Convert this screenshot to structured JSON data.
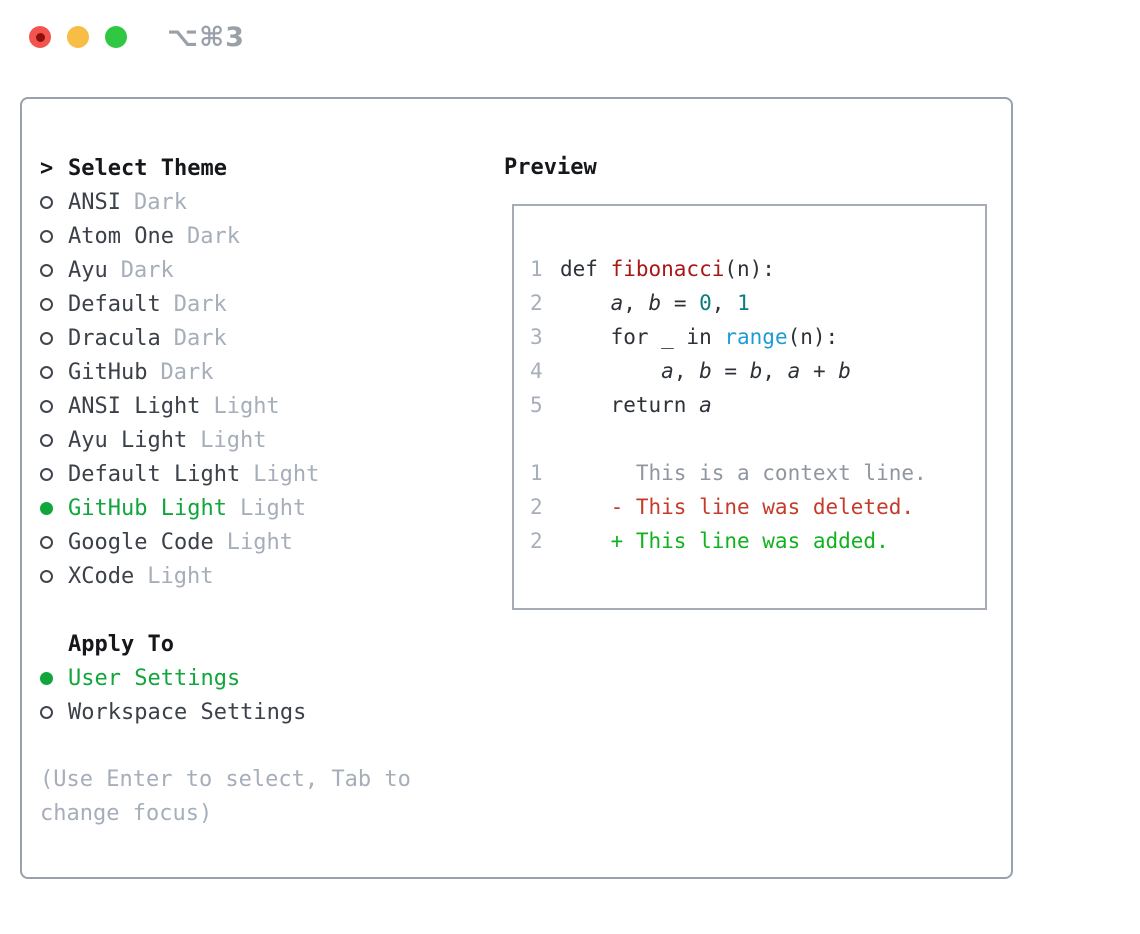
{
  "titlebar": {
    "shortcut": "⌥⌘3"
  },
  "colors": {
    "traffic-red": "#f4544e",
    "traffic-red-dot": "#8c1007",
    "traffic-yellow": "#f7bd45",
    "traffic-green": "#30c742",
    "title-gray": "#9aa0a8",
    "panel-border": "#99a1ac",
    "preview-border": "#a5acb6",
    "text-head": "#15171a",
    "text-main": "#3c4149",
    "text-muted": "#a6aeba",
    "circle-stroke": "#42464e",
    "accent-green": "#10a63c",
    "code-fg": "#2d3138",
    "func-red": "#a81816",
    "num-teal": "#0b7c80",
    "builtin-blue": "#1e9bd7",
    "ctx-gray": "#8f969f",
    "del-red": "#c53b2a",
    "add-green": "#12b21f",
    "gutter": "#a6aeba"
  },
  "selector": {
    "prompt": ">",
    "title": "Select Theme",
    "themes": [
      {
        "name": "ANSI",
        "variant": "Dark",
        "selected": false
      },
      {
        "name": "Atom One",
        "variant": "Dark",
        "selected": false
      },
      {
        "name": "Ayu",
        "variant": "Dark",
        "selected": false
      },
      {
        "name": "Default",
        "variant": "Dark",
        "selected": false
      },
      {
        "name": "Dracula",
        "variant": "Dark",
        "selected": false
      },
      {
        "name": "GitHub",
        "variant": "Dark",
        "selected": false
      },
      {
        "name": "ANSI Light",
        "variant": "Light",
        "selected": false
      },
      {
        "name": "Ayu Light",
        "variant": "Light",
        "selected": false
      },
      {
        "name": "Default Light",
        "variant": "Light",
        "selected": false
      },
      {
        "name": "GitHub Light",
        "variant": "Light",
        "selected": true
      },
      {
        "name": "Google Code",
        "variant": "Light",
        "selected": false
      },
      {
        "name": "XCode",
        "variant": "Light",
        "selected": false
      }
    ],
    "apply_to": {
      "title": "Apply To",
      "options": [
        {
          "name": "User Settings",
          "selected": true
        },
        {
          "name": "Workspace Settings",
          "selected": false
        }
      ]
    },
    "hint": "(Use Enter to select, Tab to change focus)"
  },
  "preview": {
    "title": "Preview",
    "lines": [
      {
        "num": "1",
        "tokens": [
          {
            "t": "def ",
            "c": "fg"
          },
          {
            "t": "fibonacci",
            "c": "func"
          },
          {
            "t": "(n):",
            "c": "fg"
          }
        ]
      },
      {
        "num": "2",
        "tokens": [
          {
            "t": "    ",
            "c": "fg"
          },
          {
            "t": "a",
            "c": "var"
          },
          {
            "t": ", ",
            "c": "fg"
          },
          {
            "t": "b",
            "c": "var"
          },
          {
            "t": " = ",
            "c": "fg"
          },
          {
            "t": "0",
            "c": "num"
          },
          {
            "t": ", ",
            "c": "fg"
          },
          {
            "t": "1",
            "c": "num"
          }
        ]
      },
      {
        "num": "3",
        "tokens": [
          {
            "t": "    for _ in ",
            "c": "fg"
          },
          {
            "t": "range",
            "c": "builtin"
          },
          {
            "t": "(n):",
            "c": "fg"
          }
        ]
      },
      {
        "num": "4",
        "tokens": [
          {
            "t": "        ",
            "c": "fg"
          },
          {
            "t": "a",
            "c": "var"
          },
          {
            "t": ", ",
            "c": "fg"
          },
          {
            "t": "b",
            "c": "var"
          },
          {
            "t": " = ",
            "c": "fg"
          },
          {
            "t": "b",
            "c": "var"
          },
          {
            "t": ", ",
            "c": "fg"
          },
          {
            "t": "a",
            "c": "var"
          },
          {
            "t": " + ",
            "c": "fg"
          },
          {
            "t": "b",
            "c": "var"
          }
        ]
      },
      {
        "num": "5",
        "tokens": [
          {
            "t": "    return ",
            "c": "fg"
          },
          {
            "t": "a",
            "c": "var"
          }
        ]
      },
      {
        "num": "",
        "tokens": []
      },
      {
        "num": "1",
        "tokens": [
          {
            "t": "      This is a context line.",
            "c": "context"
          }
        ]
      },
      {
        "num": "2",
        "tokens": [
          {
            "t": "    - This line was deleted.",
            "c": "deleted"
          }
        ]
      },
      {
        "num": "2",
        "tokens": [
          {
            "t": "    + This line was added.",
            "c": "added"
          }
        ]
      }
    ]
  }
}
